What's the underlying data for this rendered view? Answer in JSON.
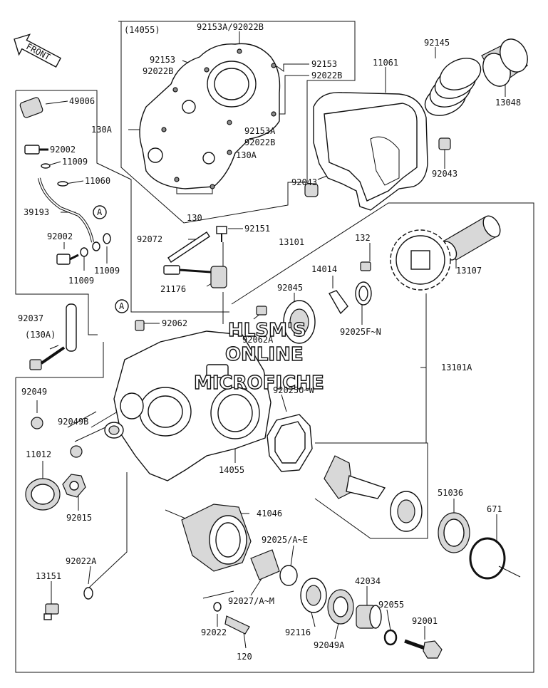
{
  "front_arrow": "FRONT",
  "watermark": {
    "line1": "HLSM'S",
    "line2": "ONLINE",
    "line3": "MICROFICHE"
  },
  "labels": {
    "l_14055b": "(14055)",
    "l_92153A_92022B": "92153A/92022B",
    "l_92153_tl": "92153",
    "l_92022B_tl": "92022B",
    "l_92153_tr": "92153",
    "l_92022B_tr": "92022B",
    "l_130A_l": "130A",
    "l_92153A": "92153A",
    "l_92022B_r": "92022B",
    "l_130A_r": "130A",
    "l_130": "130",
    "l_11061": "11061",
    "l_92145": "92145",
    "l_13048": "13048",
    "l_92043_r": "92043",
    "l_92043_c": "92043",
    "l_49006": "49006",
    "l_92002_a": "92002",
    "l_11009_a": "11009",
    "l_11060": "11060",
    "l_39193": "39193",
    "l_A1": "A",
    "l_92002_b": "92002",
    "l_11009_b": "11009",
    "l_11009_c": "11009",
    "l_92072": "92072",
    "l_92151": "92151",
    "l_13101": "13101",
    "l_132": "132",
    "l_13107": "13107",
    "l_14014": "14014",
    "l_21176": "21176",
    "l_92045": "92045",
    "l_92025F": "92025F~N",
    "l_A2": "A",
    "l_92062": "92062",
    "l_92037": "92037",
    "l_130Ap": "(130A)",
    "l_92062A": "92062A",
    "l_13101A": "13101A",
    "l_92049": "92049",
    "l_92025W": "92025O~W",
    "l_92049B": "92049B",
    "l_11012": "11012",
    "l_14055": "14055",
    "l_92015": "92015",
    "l_51036": "51036",
    "l_671": "671",
    "l_41046": "41046",
    "l_92025AE": "92025/A~E",
    "l_92022A": "92022A",
    "l_42034": "42034",
    "l_13151": "13151",
    "l_92027": "92027/A~M",
    "l_92055": "92055",
    "l_92001": "92001",
    "l_92116": "92116",
    "l_92022": "92022",
    "l_92049A": "92049A",
    "l_120": "120"
  }
}
